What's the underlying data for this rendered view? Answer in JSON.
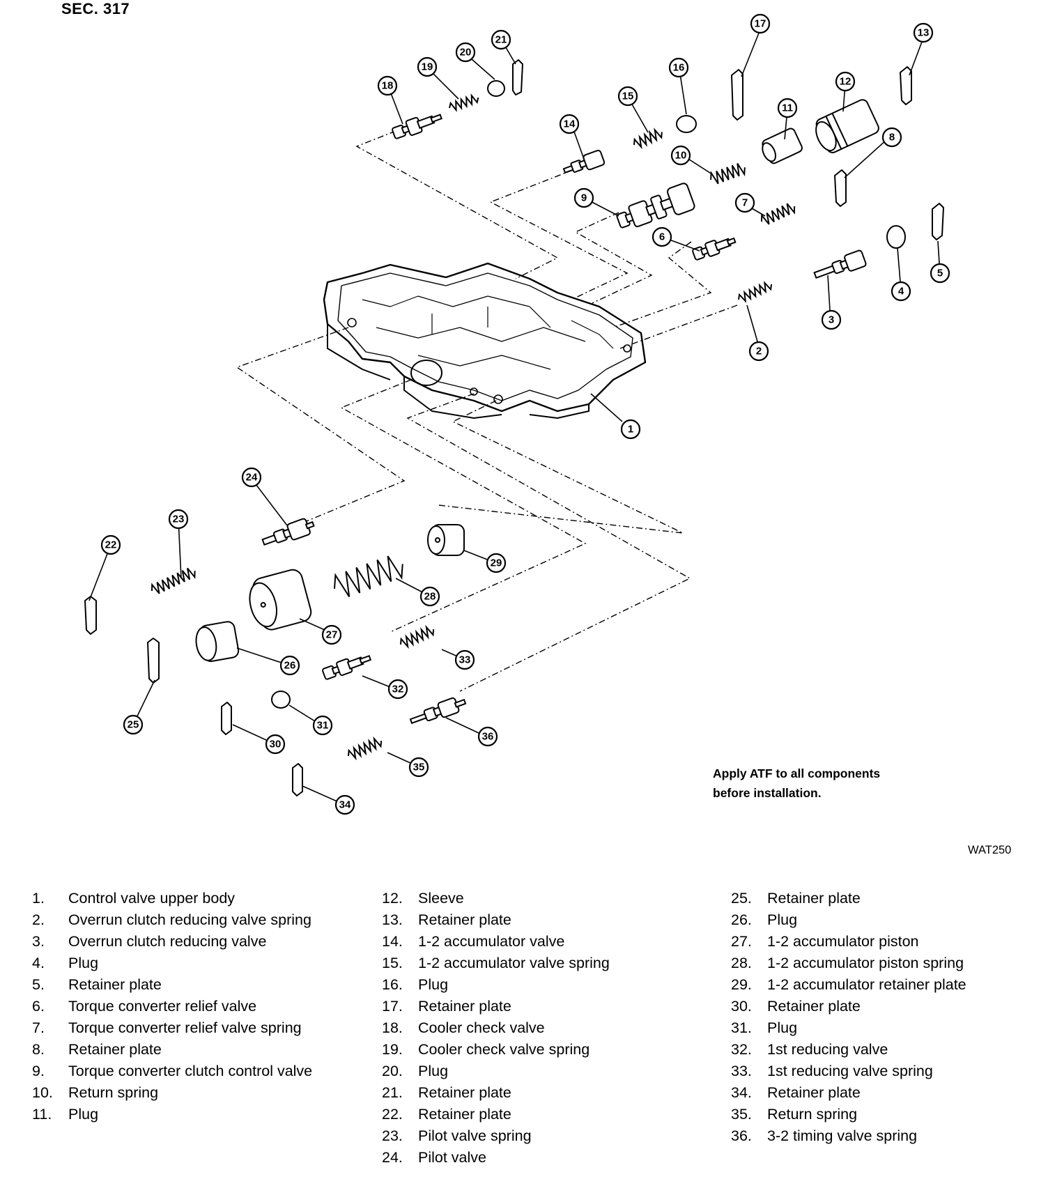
{
  "header": {
    "section": "SEC. 317"
  },
  "note": {
    "line1": "Apply ATF to all components",
    "line2": "before installation."
  },
  "figure_id": "WAT250",
  "legend": {
    "col1": [
      {
        "num": "1.",
        "text": "Control valve upper body"
      },
      {
        "num": "2.",
        "text": "Overrun clutch reducing valve spring"
      },
      {
        "num": "3.",
        "text": "Overrun clutch reducing valve"
      },
      {
        "num": "4.",
        "text": "Plug"
      },
      {
        "num": "5.",
        "text": "Retainer plate"
      },
      {
        "num": "6.",
        "text": "Torque converter relief valve"
      },
      {
        "num": "7.",
        "text": "Torque converter relief valve spring"
      },
      {
        "num": "8.",
        "text": "Retainer plate"
      },
      {
        "num": "9.",
        "text": "Torque converter clutch control valve"
      },
      {
        "num": "10.",
        "text": "Return spring"
      },
      {
        "num": "11.",
        "text": "Plug"
      }
    ],
    "col2": [
      {
        "num": "12.",
        "text": "Sleeve"
      },
      {
        "num": "13.",
        "text": "Retainer plate"
      },
      {
        "num": "14.",
        "text": "1-2 accumulator valve"
      },
      {
        "num": "15.",
        "text": "1-2 accumulator valve spring"
      },
      {
        "num": "16.",
        "text": "Plug"
      },
      {
        "num": "17.",
        "text": "Retainer plate"
      },
      {
        "num": "18.",
        "text": "Cooler check valve"
      },
      {
        "num": "19.",
        "text": "Cooler check valve spring"
      },
      {
        "num": "20.",
        "text": "Plug"
      },
      {
        "num": "21.",
        "text": "Retainer plate"
      },
      {
        "num": "22.",
        "text": "Retainer plate"
      },
      {
        "num": "23.",
        "text": "Pilot valve spring"
      },
      {
        "num": "24.",
        "text": "Pilot valve"
      }
    ],
    "col3": [
      {
        "num": "25.",
        "text": "Retainer plate"
      },
      {
        "num": "26.",
        "text": "Plug"
      },
      {
        "num": "27.",
        "text": "1-2 accumulator piston"
      },
      {
        "num": "28.",
        "text": "1-2 accumulator piston spring"
      },
      {
        "num": "29.",
        "text": "1-2 accumulator retainer plate"
      },
      {
        "num": "30.",
        "text": "Retainer plate"
      },
      {
        "num": "31.",
        "text": "Plug"
      },
      {
        "num": "32.",
        "text": "1st reducing valve"
      },
      {
        "num": "33.",
        "text": "1st reducing valve spring"
      },
      {
        "num": "34.",
        "text": "Retainer plate"
      },
      {
        "num": "35.",
        "text": "Return spring"
      },
      {
        "num": "36.",
        "text": "3-2 timing valve spring"
      }
    ]
  },
  "callouts": [
    "1",
    "2",
    "3",
    "4",
    "5",
    "6",
    "7",
    "8",
    "9",
    "10",
    "11",
    "12",
    "13",
    "14",
    "15",
    "16",
    "17",
    "18",
    "19",
    "20",
    "21",
    "22",
    "23",
    "24",
    "25",
    "26",
    "27",
    "28",
    "29",
    "30",
    "31",
    "32",
    "33",
    "34",
    "35",
    "36"
  ]
}
